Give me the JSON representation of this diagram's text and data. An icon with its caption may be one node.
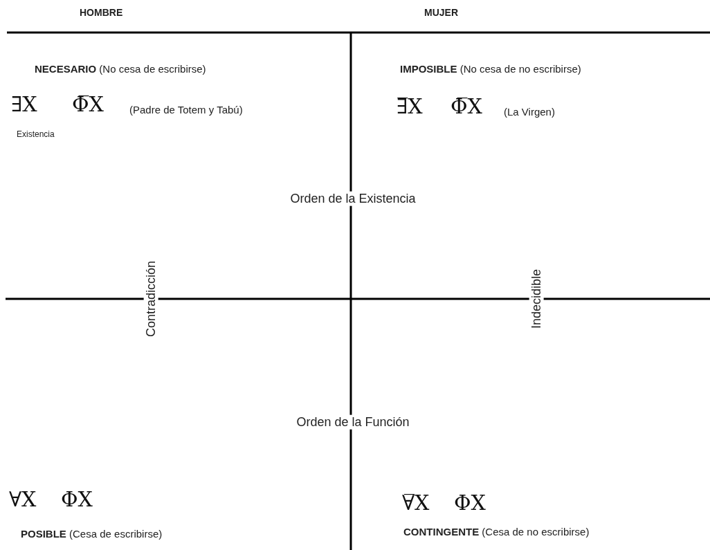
{
  "diagram": {
    "labels": [
      "HOMBRE",
      "MUJER",
      "**NECESARIO** (No cesa de escribirse)",
      "**IMPOSIBLE** (No cesa de no escribirse)",
      "∃X",
      "Φ̅X",
      "(Padre de Totem y Tabú)",
      "∃̅X",
      "Φ̅X",
      "(La Virgen)",
      "Existencia",
      "Orden de la Existencia",
      "Contradicción",
      "Indecidible",
      "Orden de la Función",
      "∀X",
      "ΦX",
      "∀̅X",
      "ΦX",
      "**POSIBLE** (Cesa de escribirse)",
      "**CONTINGENTE** (Cesa de no escribirse)"
    ]
  }
}
